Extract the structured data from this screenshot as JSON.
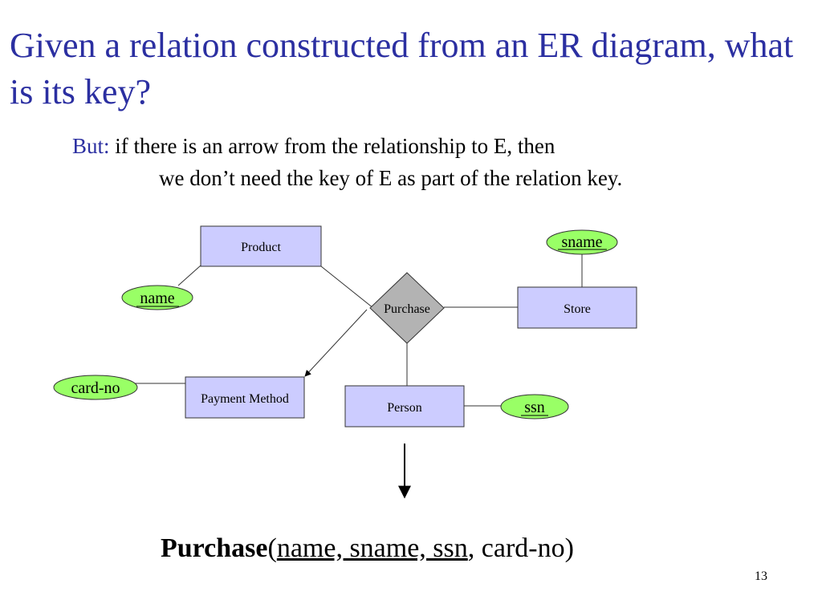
{
  "slide": {
    "title": "Given a relation constructed from an ER diagram, what is its key?",
    "but_label": "But:",
    "but_text": " if there is an arrow from the relationship to E, then",
    "then_text": "we don’t need the key of E as part of the relation key.",
    "page_number": "13"
  },
  "diagram": {
    "entities": {
      "product": "Product",
      "store": "Store",
      "payment_method": "Payment Method",
      "person": "Person"
    },
    "relationship": "Purchase",
    "attributes": {
      "sname": "sname",
      "name": "name",
      "card_no": "card-no",
      "ssn": "ssn"
    }
  },
  "result": {
    "relation_name": "Purchase",
    "open_paren": "(",
    "key_attributes": "name, sname, ssn",
    "rest": ", card-no)"
  }
}
